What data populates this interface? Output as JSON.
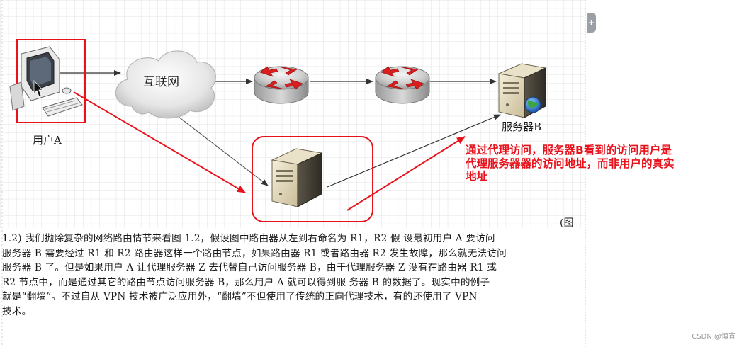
{
  "diagram": {
    "labels": {
      "internet": "互联网",
      "user": "用户A",
      "server": "服务器B"
    },
    "annotation_lines": [
      "通过代理访问，服务器B看到的访问用户是",
      "代理服务器器的访问地址，而非用户的真实",
      "地址"
    ],
    "figure_tail": "(图"
  },
  "document": {
    "lines": [
      "1.2) 我们抛除复杂的网络路由情节来看图 1.2，假设图中路由器从左到右命名为 R1，R2 假 设最初用户 A 要访问",
      "服务器 B 需要经过 R1 和 R2 路由器这样一个路由节点，如果路由器 R1 或者路由器 R2 发生故障，那么就无法访问",
      "服务器 B 了。但是如果用户 A 让代理服务器 Z 去代替自己访问服务器 B，由于代理服务器 Z 没有在路由器 R1 或",
      "R2 节点中，而是通过其它的路由节点访问服务器 B，那么用户 A 就可以得到服 务器 B 的数据了。现实中的例子",
      "就是“翻墙”。不过自从 VPN 技术被广泛应用外，“翻墙”不但使用了传统的正向代理技术，有的还使用了 VPN",
      "技术。"
    ]
  },
  "sidebar": {
    "toggle_label": "+"
  },
  "watermark": "CSDN @慎宵",
  "colors": {
    "annotation": "#e8121c",
    "grid": "#dcdcdc",
    "arrow": "#333333"
  },
  "icons": [
    "computer-icon",
    "cloud-icon",
    "router-icon",
    "server-icon",
    "globe-icon",
    "cursor-icon"
  ]
}
